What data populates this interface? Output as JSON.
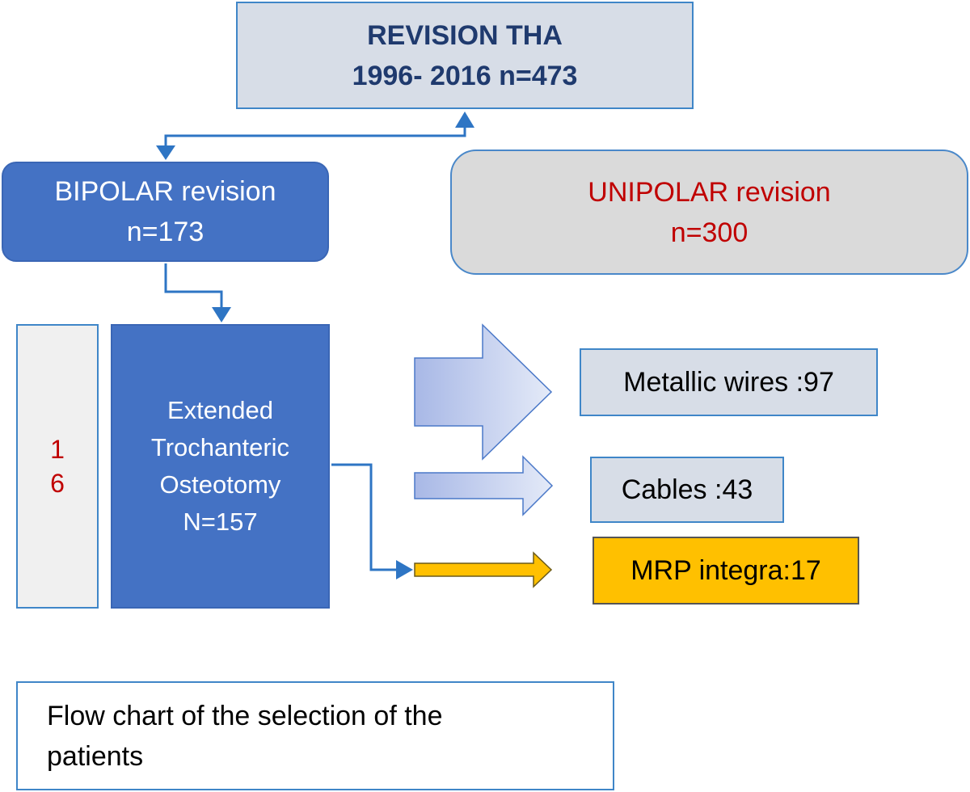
{
  "top": {
    "line1": "REVISION THA",
    "line2": "1996- 2016 n=473"
  },
  "bipolar": {
    "line1": "BIPOLAR revision",
    "line2": "n=173"
  },
  "unipolar": {
    "line1": "UNIPOLAR revision",
    "line2": "n=300"
  },
  "excluded": {
    "digit1": "1",
    "digit2": "6"
  },
  "eto": {
    "line1": "Extended",
    "line2": "Trochanteric",
    "line3": "Osteotomy",
    "line4": "N=157"
  },
  "outcomes": {
    "wires": "Metallic wires :97",
    "cables": "Cables :43",
    "mrp": "MRP integra:17"
  },
  "caption": {
    "line1": "Flow chart of the selection of the",
    "line2": "patients"
  },
  "colors": {
    "dark_navy": "#1f3a6e",
    "blue_fill": "#4472c4",
    "red_text": "#c00000",
    "light_gray_blue": "#d7dde7",
    "gray": "#dadada",
    "yellow": "#ffc000",
    "connector_blue": "#2e75c4"
  }
}
